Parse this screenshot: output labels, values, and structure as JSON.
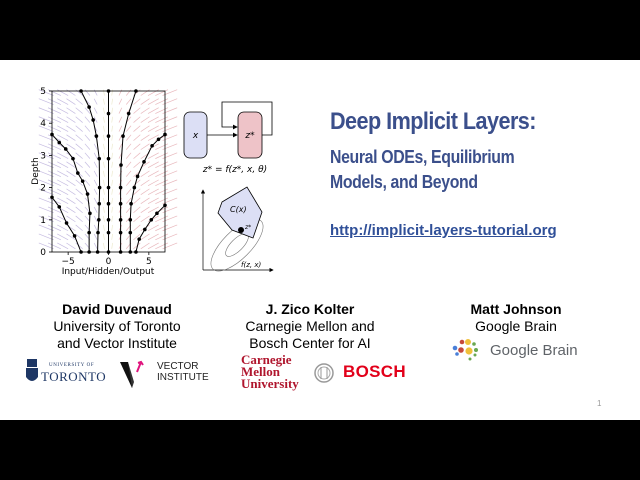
{
  "slide": {
    "title": "Deep Implicit Layers:",
    "subtitle_line1": "Neural ODEs, Equilibrium",
    "subtitle_line2": "Models, and Beyond",
    "url": "http://implicit-layers-tutorial.org",
    "page_number": "1"
  },
  "authors": [
    {
      "name": "David Duvenaud",
      "aff1": "University of Toronto",
      "aff2": "and Vector Institute"
    },
    {
      "name": "J. Zico Kolter",
      "aff1": "Carnegie Mellon and",
      "aff2": "Bosch Center for AI"
    },
    {
      "name": "Matt Johnson",
      "aff1": "Google Brain",
      "aff2": ""
    }
  ],
  "logos": {
    "toronto_small": "UNIVERSITY OF",
    "toronto_big": "TORONTO",
    "vector1": "VECTOR",
    "vector2": "INSTITUTE",
    "cmu1": "Carnegie",
    "cmu2": "Mellon",
    "cmu3": "University",
    "bosch": "BOSCH",
    "google_brain": "Google Brain"
  },
  "colors": {
    "title": "#3b4f8b",
    "url": "#2f4f98",
    "cmu": "#b0162e",
    "bosch": "#e2001a"
  },
  "diagram": {
    "x_label": "x",
    "z_label": "z*",
    "equation": "z* = f(z*, x, θ)",
    "set_label": "C(x)",
    "point_label": "z*",
    "func_label": "f(z, x)"
  },
  "chart_data": {
    "type": "line",
    "title": "",
    "xlabel": "Input/Hidden/Output",
    "ylabel": "Depth",
    "xlim": [
      -7,
      7
    ],
    "ylim": [
      0,
      5
    ],
    "xticks": [
      -5,
      0,
      5
    ],
    "xtick_labels": [
      "−5",
      "0",
      "5"
    ],
    "yticks": [
      0,
      1,
      2,
      3,
      4,
      5
    ],
    "ytick_labels": [
      "0",
      "1",
      "2",
      "3",
      "4",
      "5"
    ],
    "series": [
      {
        "name": "trajectory-1",
        "points": [
          [
            -3.4,
            0
          ],
          [
            -4.2,
            0.5
          ],
          [
            -5.2,
            0.9
          ],
          [
            -6.1,
            1.4
          ],
          [
            -7,
            1.7
          ]
        ]
      },
      {
        "name": "trajectory-2",
        "points": [
          [
            -2.4,
            0
          ],
          [
            -2.4,
            0.6
          ],
          [
            -2.3,
            1.2
          ],
          [
            -2.6,
            1.8
          ],
          [
            -3.2,
            2.2
          ],
          [
            -3.8,
            2.45
          ],
          [
            -4.4,
            2.9
          ],
          [
            -5.3,
            3.2
          ],
          [
            -6.1,
            3.4
          ],
          [
            -7,
            3.65
          ]
        ]
      },
      {
        "name": "trajectory-3",
        "points": [
          [
            -1.35,
            0
          ],
          [
            -1.3,
            0.6
          ],
          [
            -1.2,
            1.0
          ],
          [
            -1.15,
            1.5
          ],
          [
            -1.1,
            2.0
          ],
          [
            -1.15,
            2.9
          ],
          [
            -1.5,
            3.6
          ],
          [
            -1.9,
            4.1
          ],
          [
            -2.4,
            4.5
          ],
          [
            -3.4,
            5
          ]
        ]
      },
      {
        "name": "trajectory-4",
        "points": [
          [
            0,
            0
          ],
          [
            0,
            0.6
          ],
          [
            0,
            1.0
          ],
          [
            0,
            1.5
          ],
          [
            0,
            2.0
          ],
          [
            0,
            2.9
          ],
          [
            0,
            3.6
          ],
          [
            0,
            4.3
          ],
          [
            0,
            5
          ]
        ]
      },
      {
        "name": "trajectory-5",
        "points": [
          [
            1.5,
            0
          ],
          [
            1.5,
            0.6
          ],
          [
            1.5,
            1.0
          ],
          [
            1.5,
            1.5
          ],
          [
            1.5,
            2.0
          ],
          [
            1.55,
            2.7
          ],
          [
            1.8,
            3.6
          ],
          [
            2.5,
            4.3
          ],
          [
            3.4,
            5
          ]
        ]
      },
      {
        "name": "trajectory-6",
        "points": [
          [
            2.7,
            0
          ],
          [
            2.7,
            0.6
          ],
          [
            2.7,
            1.0
          ],
          [
            2.8,
            1.5
          ],
          [
            3.2,
            2.0
          ],
          [
            3.6,
            2.35
          ],
          [
            4.4,
            2.8
          ],
          [
            5.4,
            3.3
          ],
          [
            6.2,
            3.5
          ],
          [
            7,
            3.65
          ]
        ]
      },
      {
        "name": "trajectory-7",
        "points": [
          [
            3.4,
            0
          ],
          [
            3.8,
            0.4
          ],
          [
            4.5,
            0.7
          ],
          [
            5.3,
            1.0
          ],
          [
            6.0,
            1.2
          ],
          [
            7,
            1.45
          ]
        ]
      }
    ]
  }
}
